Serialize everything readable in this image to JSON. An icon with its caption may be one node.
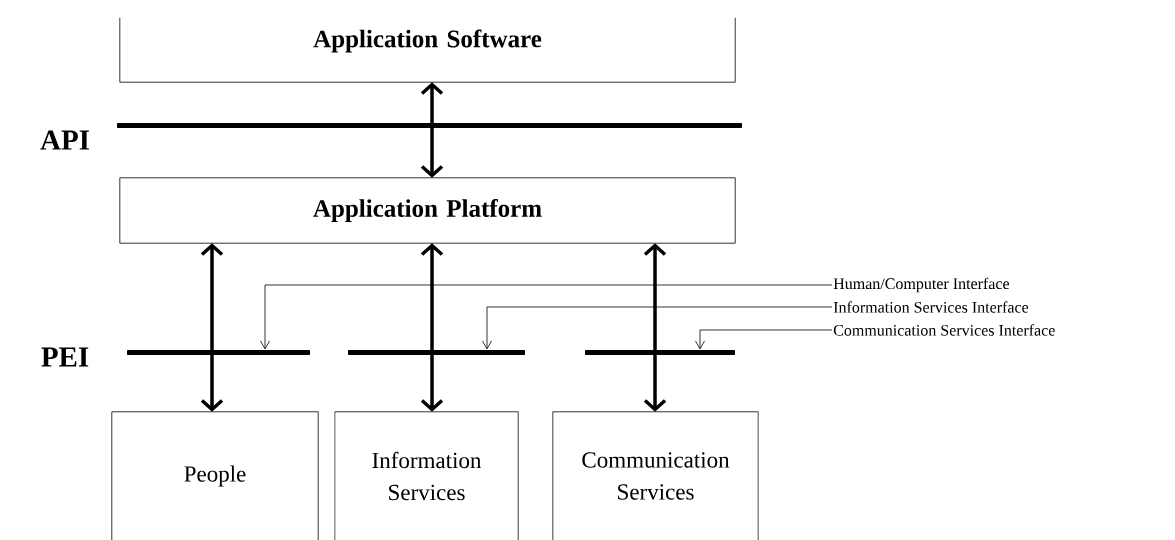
{
  "diagram": {
    "nodes": [
      {
        "text": [
          "Application Software"
        ]
      },
      {
        "text": [],
        "shape": "bar"
      },
      {
        "text": [
          "Application Platform"
        ]
      },
      {
        "text": [],
        "shape": "bar"
      },
      {
        "text": [],
        "shape": "bar"
      },
      {
        "text": [],
        "shape": "bar"
      },
      {
        "text": [
          "People"
        ]
      },
      {
        "text": [
          "Information Services"
        ]
      },
      {
        "text": [
          "Communication Services"
        ]
      },
      {
        "text": [
          "Human/Computer Interface"
        ]
      },
      {
        "text": [
          "Information Services Interface"
        ]
      },
      {
        "text": [
          "Communication Services Interface"
        ]
      }
    ],
    "edges": [
      {
        "from": 0,
        "to": 2,
        "arrow": "both"
      },
      {
        "from": 2,
        "to": 6,
        "arrow": "both"
      },
      {
        "from": 2,
        "to": 7,
        "arrow": "both"
      },
      {
        "from": 2,
        "to": 8,
        "arrow": "both"
      },
      {
        "from": 9,
        "to": 3,
        "arrow": "to"
      },
      {
        "from": 10,
        "to": 4,
        "arrow": "to"
      },
      {
        "from": 11,
        "to": 5,
        "arrow": "to"
      }
    ],
    "labels": [
      "API",
      "PEI"
    ]
  }
}
